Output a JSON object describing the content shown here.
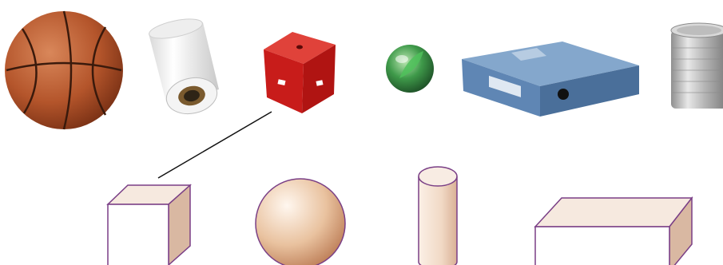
{
  "objects": [
    {
      "id": "basketball",
      "icon": "basketball-icon"
    },
    {
      "id": "paper-roll",
      "icon": "paper-roll-icon"
    },
    {
      "id": "red-cube",
      "icon": "cube-object-icon"
    },
    {
      "id": "green-marble",
      "icon": "marble-icon"
    },
    {
      "id": "blue-file-box",
      "icon": "file-box-icon"
    },
    {
      "id": "tin-can",
      "icon": "tin-can-icon"
    }
  ],
  "shapes": [
    {
      "id": "cube",
      "icon": "cube-shape-icon"
    },
    {
      "id": "sphere",
      "icon": "sphere-shape-icon"
    },
    {
      "id": "cylinder",
      "icon": "cylinder-shape-icon"
    },
    {
      "id": "cuboid",
      "icon": "cuboid-shape-icon"
    }
  ],
  "connections": [
    {
      "from": "red-cube",
      "to": "cube"
    }
  ],
  "colors": {
    "shape_outline": "#7a3f86",
    "shape_face": "#f6e9df",
    "shape_side": "#d9b8a2",
    "cube_red": "#d1221f",
    "file_box_blue": "#5f86b4"
  }
}
